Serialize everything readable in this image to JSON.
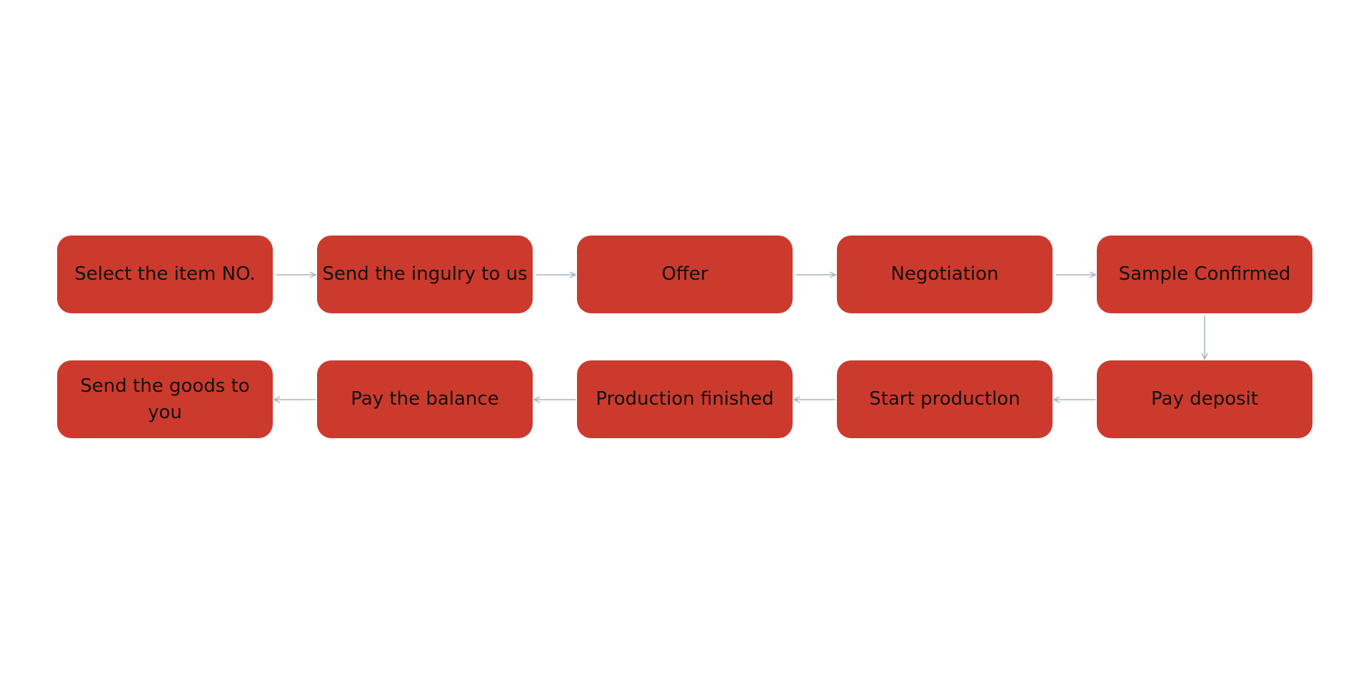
{
  "colors": {
    "box": "#cc3a2e",
    "text": "#111111",
    "connector": "#a8b4c0"
  },
  "steps": [
    {
      "label": "Select the item NO."
    },
    {
      "label": "Send the ingulry to us"
    },
    {
      "label": "Offer"
    },
    {
      "label": "Negotiation"
    },
    {
      "label": "Sample Confirmed"
    },
    {
      "label": "Pay deposit"
    },
    {
      "label": "Start productlon"
    },
    {
      "label": "Production finished"
    },
    {
      "label": "Pay the balance"
    },
    {
      "label": "Send the goods to you"
    }
  ]
}
